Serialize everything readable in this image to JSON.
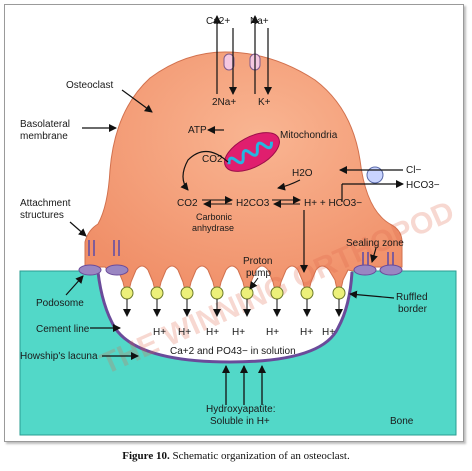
{
  "labels": {
    "ca_top": "Ca2+",
    "na_top": "Na+",
    "na_bottom": "2Na+",
    "k_bottom": "K+",
    "osteoclast": "Osteoclast",
    "basolateral_1": "Basolateral",
    "basolateral_2": "membrane",
    "atp": "ATP",
    "mitochondria": "Mitochondria",
    "co2_top": "CO2",
    "h2o": "H2O",
    "cl": "Cl−",
    "hco3_right": "HCO3−",
    "co2_main": "CO2",
    "h2co3": "H2CO3",
    "h_plus_hco3": "H+ + HCO3−",
    "carbonic_1": "Carbonic",
    "carbonic_2": "anhydrase",
    "attachment_1": "Attachment",
    "attachment_2": "structures",
    "sealing_zone": "Sealing zone",
    "proton_1": "Proton",
    "proton_2": "pump",
    "podosome": "Podosome",
    "ruffled_1": "Ruffled",
    "ruffled_2": "border",
    "cement_line": "Cement line",
    "hplus": "H+",
    "howships": "Howship's lacuna",
    "solution": "Ca+2 and PO43− in solution",
    "hydroxy_1": "Hydroxyapatite:",
    "hydroxy_2": "Soluble in H+",
    "bone": "Bone",
    "watermark": "THE WINNING ORTHOPOD"
  },
  "caption": {
    "figure": "Figure 10.",
    "text": " Schematic organization of an osteoclast."
  },
  "colors": {
    "cell_fill": "#f4a27e",
    "bone_fill": "#52d8c8",
    "lacuna_fill": "#ffffff",
    "membrane": "#6a4b9a",
    "pump_fill": "#ecf07a",
    "channel_fill": "#f5c8e0",
    "mito_fill": "#e01e6e",
    "mito_inner": "#25b6e0",
    "podosome_fill": "#9a86c2",
    "cl_channel_fill": "#c9d4ff"
  }
}
